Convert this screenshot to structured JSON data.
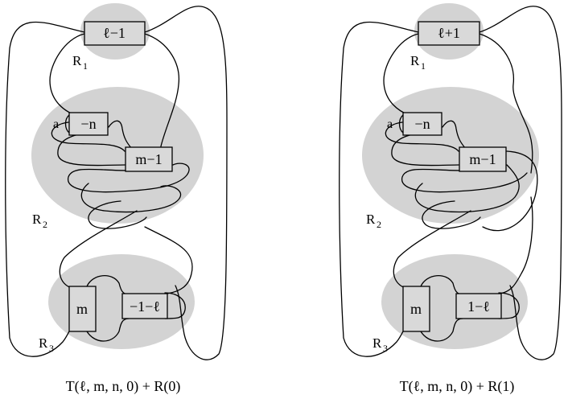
{
  "panels": [
    {
      "caption": "T(ℓ, m, n, 0) + R(0)",
      "boxes": {
        "top": "ℓ−1",
        "twist_n": "−n",
        "twist_m1": "m−1",
        "m": "m",
        "bottom": "−1−ℓ"
      },
      "regions": [
        {
          "letter": "R",
          "sub": "1"
        },
        {
          "letter": "R",
          "sub": "2"
        },
        {
          "letter": "R",
          "sub": "3"
        }
      ],
      "arc_label": "a"
    },
    {
      "caption": "T(ℓ, m, n, 0) + R(1)",
      "boxes": {
        "top": "ℓ+1",
        "twist_n": "−n",
        "twist_m1": "m−1",
        "m": "m",
        "bottom": "1−ℓ"
      },
      "regions": [
        {
          "letter": "R",
          "sub": "1"
        },
        {
          "letter": "R",
          "sub": "2"
        },
        {
          "letter": "R",
          "sub": "3"
        }
      ],
      "arc_label": "a"
    }
  ]
}
